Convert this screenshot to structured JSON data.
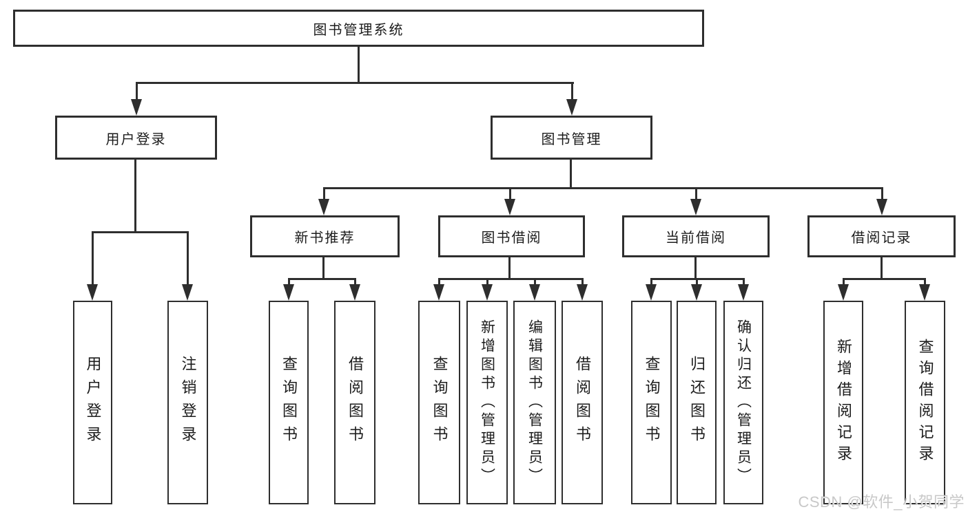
{
  "diagram": {
    "watermark": "CSDN @软件_小贺同学",
    "colors": {
      "line": "#2e2e2e",
      "box_border": "#2e2e2e",
      "box_fill": "#ffffff",
      "text": "#1c1c1c",
      "watermark": "#c6c6c6"
    },
    "nodes": {
      "root": {
        "label": "图书管理系统"
      },
      "user_login": {
        "label": "用户登录"
      },
      "book_mgmt": {
        "label": "图书管理"
      },
      "new_book_rec": {
        "label": "新书推荐"
      },
      "book_borrow": {
        "label": "图书借阅"
      },
      "current_borrow": {
        "label": "当前借阅"
      },
      "borrow_record": {
        "label": "借阅记录"
      },
      "leaf_user_login": {
        "label": "用户登录"
      },
      "leaf_logout": {
        "label": "注销登录"
      },
      "leaf_nb_query": {
        "label": "查询图书"
      },
      "leaf_nb_borrow": {
        "label": "借阅图书"
      },
      "leaf_bb_query": {
        "label": "查询图书"
      },
      "leaf_bb_add": {
        "label": "新增图书（管理员）"
      },
      "leaf_bb_edit": {
        "label": "编辑图书（管理员）"
      },
      "leaf_bb_borrow": {
        "label": "借阅图书"
      },
      "leaf_cb_query": {
        "label": "查询图书"
      },
      "leaf_cb_return": {
        "label": "归还图书"
      },
      "leaf_cb_confirm": {
        "label": "确认归还（管理员）"
      },
      "leaf_br_add": {
        "label": "新增借阅记录"
      },
      "leaf_br_query": {
        "label": "查询借阅记录"
      }
    }
  }
}
